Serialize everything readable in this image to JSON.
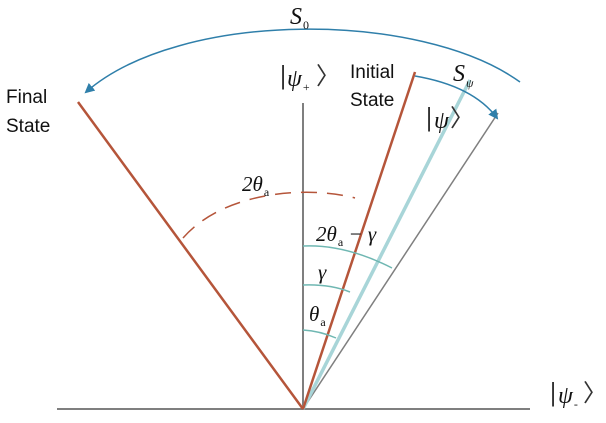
{
  "labels": {
    "final_line1": "Final",
    "final_line2": "State",
    "initial_line1": "Initial",
    "initial_line2": "State",
    "S0_main": "S",
    "S0_sub": "0",
    "Spsi_main": "S",
    "Spsi_sub": "ψ",
    "psi_plus_main": "ψ",
    "psi_plus_sub": "+",
    "psi_minus_main": "ψ",
    "psi_minus_sub": "-",
    "psi_main": "ψ",
    "two_theta_coef": "2θ",
    "two_theta_sub": "a",
    "two_theta_minus_gamma_coef": "2θ",
    "two_theta_minus_gamma_sub": "a",
    "two_theta_minus_gamma_rest": " − γ",
    "gamma": "γ",
    "theta": "θ",
    "theta_sub": "a"
  },
  "colors": {
    "axis": "#7f7f7f",
    "state": "#b5553a",
    "psi_vector": "#a8d5d8",
    "arrow": "#2f7faa",
    "angle_teal": "#6fb7b2",
    "angle_red": "#b5553a"
  }
}
